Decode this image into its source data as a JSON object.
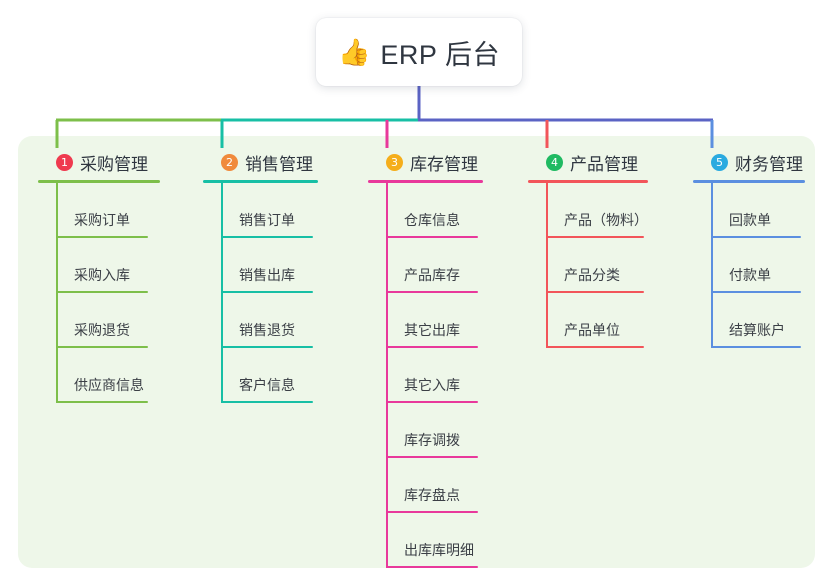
{
  "root": {
    "icon": "thumbs-up-icon",
    "icon_glyph": "👍",
    "title": "ERP 后台"
  },
  "theme": {
    "panel_bg": "#eef7e9",
    "page_bg": "#ffffff",
    "trunk": "#5b63c4",
    "text": "#2f3640"
  },
  "columns": [
    {
      "number": "1",
      "title": "采购管理",
      "line_color": "#7dbf4a",
      "badge_color": "#ef3a4f",
      "items": [
        {
          "label": "采购订单"
        },
        {
          "label": "采购入库"
        },
        {
          "label": "采购退货"
        },
        {
          "label": "供应商信息"
        }
      ]
    },
    {
      "number": "2",
      "title": "销售管理",
      "line_color": "#17bfa5",
      "badge_color": "#f08a3c",
      "items": [
        {
          "label": "销售订单"
        },
        {
          "label": "销售出库"
        },
        {
          "label": "销售退货"
        },
        {
          "label": "客户信息"
        }
      ]
    },
    {
      "number": "3",
      "title": "库存管理",
      "line_color": "#e8399b",
      "badge_color": "#f5ae1b",
      "items": [
        {
          "label": "仓库信息"
        },
        {
          "label": "产品库存"
        },
        {
          "label": "其它出库"
        },
        {
          "label": "其它入库"
        },
        {
          "label": "库存调拨"
        },
        {
          "label": "库存盘点"
        },
        {
          "label": "出库库明细"
        }
      ]
    },
    {
      "number": "4",
      "title": "产品管理",
      "line_color": "#f2555a",
      "badge_color": "#20ba62",
      "items": [
        {
          "label": "产品（物料）"
        },
        {
          "label": "产品分类"
        },
        {
          "label": "产品单位"
        }
      ]
    },
    {
      "number": "5",
      "title": "财务管理",
      "line_color": "#5b8fe0",
      "badge_color": "#2aaae0",
      "items": [
        {
          "label": "回款单"
        },
        {
          "label": "付款单"
        },
        {
          "label": "结算账户"
        }
      ]
    }
  ]
}
